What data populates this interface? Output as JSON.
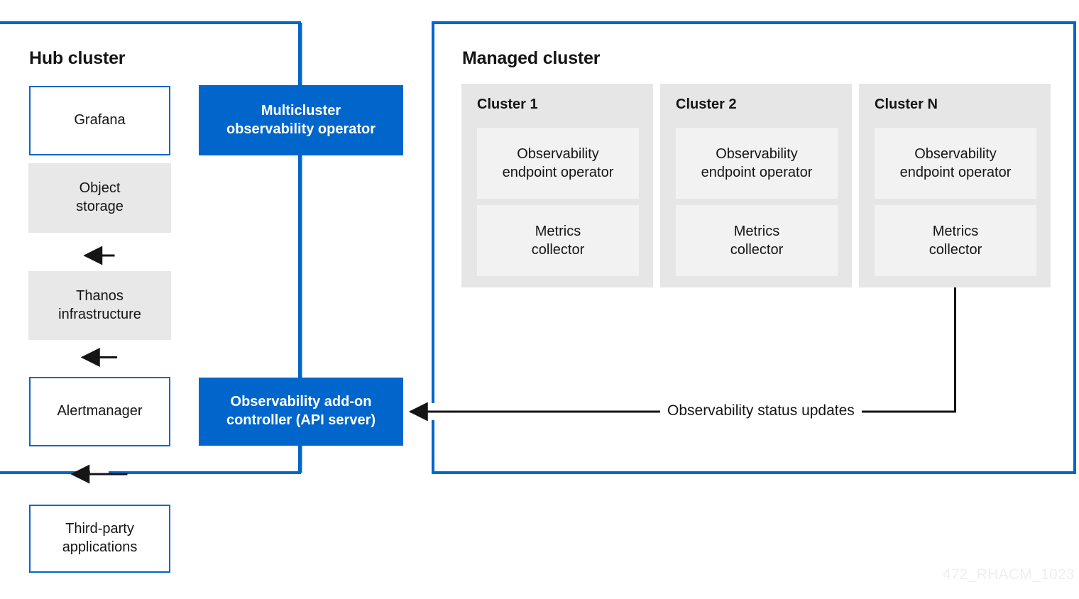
{
  "diagram": {
    "watermark": "472_RHACM_1023",
    "colors": {
      "accent_blue": "#0066cc",
      "grey_box": "#e8e8e8",
      "card_bg": "#e6e6e6",
      "card_inner_bg": "#f2f2f2",
      "text": "#151515",
      "watermark": "#efefef"
    }
  },
  "hub_cluster": {
    "title": "Hub cluster",
    "nodes": {
      "grafana": "Grafana",
      "object_storage_line1": "Object",
      "object_storage_line2": "storage",
      "thanos_line1": "Thanos",
      "thanos_line2": "infrastructure",
      "alertmanager": "Alertmanager",
      "third_party_line1": "Third-party",
      "third_party_line2": "applications"
    },
    "operators": {
      "multicluster_line1": "Multicluster",
      "multicluster_line2": "observability operator",
      "addon_line1": "Observability add-on",
      "addon_line2": "controller (API server)"
    }
  },
  "managed_cluster": {
    "title": "Managed cluster",
    "cards": [
      {
        "title": "Cluster 1",
        "endpoint_operator_line1": "Observability",
        "endpoint_operator_line2": "endpoint operator",
        "metrics_collector_line1": "Metrics",
        "metrics_collector_line2": "collector"
      },
      {
        "title": "Cluster 2",
        "endpoint_operator_line1": "Observability",
        "endpoint_operator_line2": "endpoint operator",
        "metrics_collector_line1": "Metrics",
        "metrics_collector_line2": "collector"
      },
      {
        "title": "Cluster N",
        "endpoint_operator_line1": "Observability",
        "endpoint_operator_line2": "endpoint operator",
        "metrics_collector_line1": "Metrics",
        "metrics_collector_line2": "collector"
      }
    ]
  },
  "edges": {
    "observability_status_updates": "Observability status updates"
  }
}
